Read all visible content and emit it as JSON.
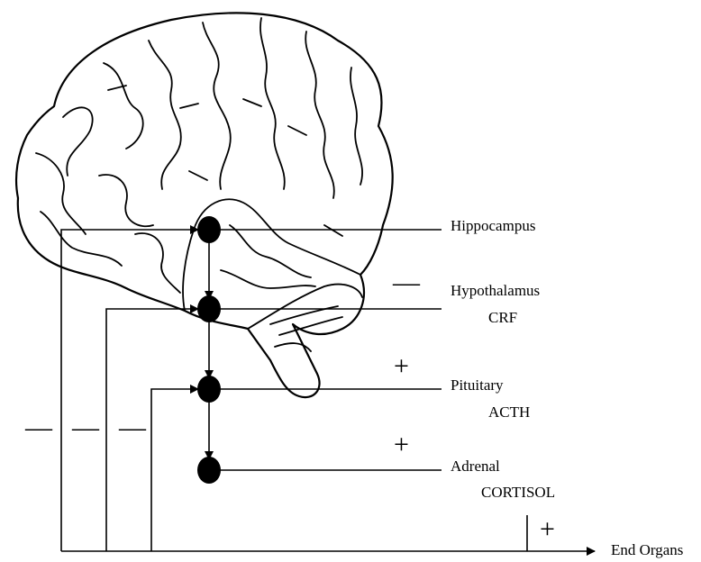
{
  "labels": {
    "hippocampus": "Hippocampus",
    "hypothalamus": "Hypothalamus",
    "crf": "CRF",
    "pituitary": "Pituitary",
    "acth": "ACTH",
    "adrenal": "Adrenal",
    "cortisol": "CORTISOL",
    "end_organs": "End Organs"
  },
  "signs": {
    "hippo_hypo": "—",
    "hypo_pit": "+",
    "pit_adrenal": "+",
    "end_organs": "+",
    "feedback_1": "—",
    "feedback_2": "—",
    "feedback_3": "—"
  }
}
